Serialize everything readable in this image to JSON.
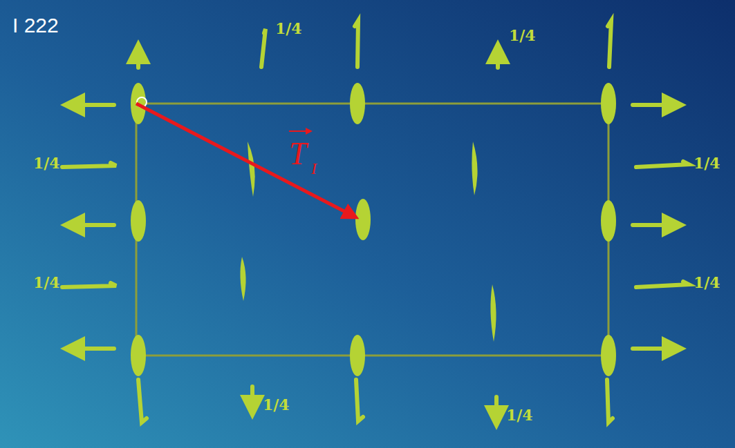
{
  "diagram": {
    "labels": [
      "I 222",
      "1/4",
      "1/4",
      "1/4",
      "1/4",
      "1/4",
      "1/4",
      "1/4",
      "1/4",
      "T",
      "I"
    ]
  }
}
